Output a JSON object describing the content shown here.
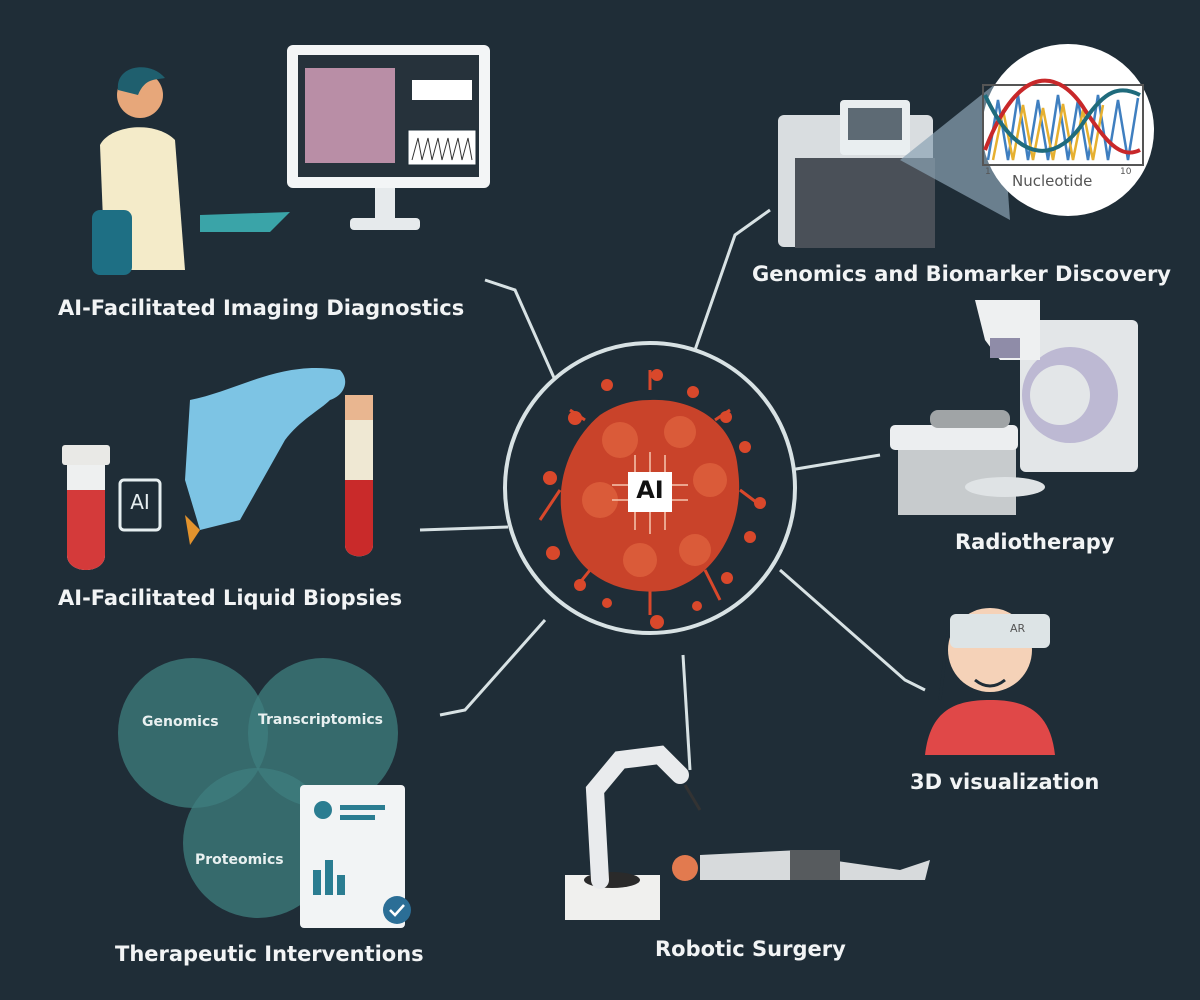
{
  "center": {
    "label": "AI"
  },
  "nodes": {
    "imaging": "AI-Facilitated Imaging Diagnostics",
    "genomics": "Genomics and Biomarker Discovery",
    "radiotherapy": "Radiotherapy",
    "biopsies": "AI-Facilitated Liquid Biopsies",
    "visualization": "3D visualization",
    "therapeutic": "Therapeutic Interventions",
    "robotic": "Robotic Surgery"
  },
  "venn": {
    "genomics": "Genomics",
    "transcriptomics": "Transcriptomics",
    "proteomics": "Proteomics"
  },
  "nucleotide": {
    "label": "Nucleotide",
    "axis_start": "1",
    "axis_end": "10"
  },
  "chip_label": "AI",
  "headset_label": "AR",
  "colors": {
    "background": "#1f2d37",
    "tumor": "#d9482b",
    "connector": "#d8e2e4",
    "venn": "#3f7f7f"
  }
}
